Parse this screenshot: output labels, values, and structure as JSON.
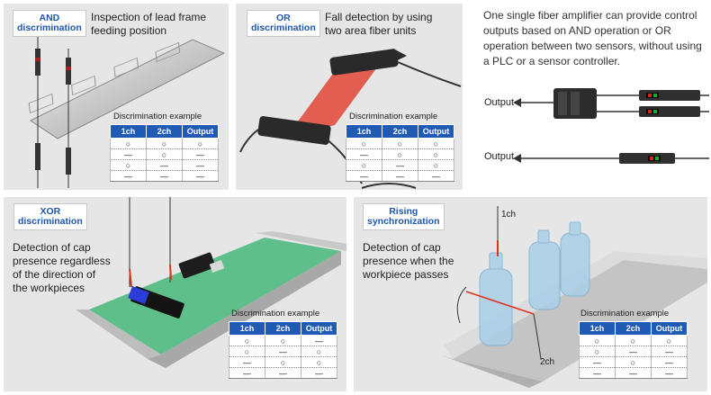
{
  "intro": "One single fiber amplifier can provide control outputs based on AND operation or OR operation between two sensors, without using a PLC or a sensor controller.",
  "output_labels": [
    "Output",
    "Output"
  ],
  "table_headers": [
    "1ch",
    "2ch",
    "Output"
  ],
  "panels": {
    "and": {
      "badge": [
        "AND",
        "discrimination"
      ],
      "desc": [
        "Inspection of lead frame",
        "feeding position"
      ],
      "caption": "Discrimination example",
      "rows": [
        [
          "○",
          "○",
          "○"
        ],
        [
          "—",
          "○",
          "—"
        ],
        [
          "○",
          "—",
          "—"
        ],
        [
          "—",
          "—",
          "—"
        ]
      ]
    },
    "or": {
      "badge": [
        "OR",
        "discrimination"
      ],
      "desc": [
        "Fall detection by using",
        "two area fiber units"
      ],
      "caption": "Discrimination example",
      "rows": [
        [
          "○",
          "○",
          "○"
        ],
        [
          "—",
          "○",
          "○"
        ],
        [
          "○",
          "—",
          "○"
        ],
        [
          "—",
          "—",
          "—"
        ]
      ]
    },
    "xor": {
      "badge": [
        "XOR",
        "discrimination"
      ],
      "desc": [
        "Detection of cap",
        "presence regardless",
        "of the direction of",
        "the workpieces"
      ],
      "caption": "Discrimination example",
      "rows": [
        [
          "○",
          "○",
          "—"
        ],
        [
          "○",
          "—",
          "○"
        ],
        [
          "—",
          "○",
          "○"
        ],
        [
          "—",
          "—",
          "—"
        ]
      ]
    },
    "rise": {
      "badge": [
        "Rising",
        "synchronization"
      ],
      "desc": [
        "Detection of cap",
        "presence when the",
        "workpiece passes"
      ],
      "caption": "Discrimination example",
      "label_1ch": "1ch",
      "label_2ch": "2ch",
      "rows": [
        [
          "○",
          "○",
          "○"
        ],
        [
          "○",
          "—",
          "—"
        ],
        [
          "—",
          "○",
          "—"
        ],
        [
          "—",
          "—",
          "—"
        ]
      ]
    }
  },
  "colors": {
    "badge_text": "#1e57a8",
    "table_header": "#1f5bb5",
    "panel_bg": "#e6e6e6",
    "laser": "#e0301e"
  }
}
